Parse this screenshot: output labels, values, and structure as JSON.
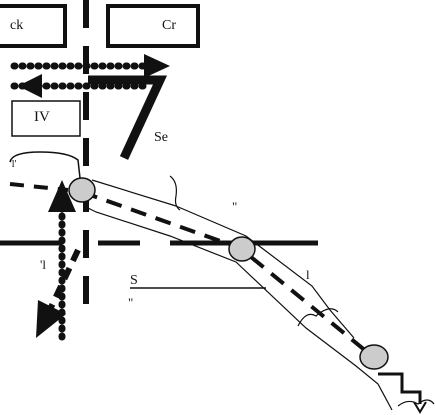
{
  "labels": {
    "box_top_left": "ck",
    "box_top_right": "Cr",
    "box_iv": "IV"
  },
  "fragments": {
    "sec": "Se",
    "mid_quote": "\"",
    "bottom_left_mark": "'l",
    "bottom_mid": "S",
    "bottom_quote": "\"",
    "small_left": "'l'",
    "right_mark": "l"
  },
  "colors": {
    "ink": "#111111",
    "node_fill": "#cccccc",
    "background": "#ffffff"
  },
  "icons": [
    "arrow-left-icon",
    "arrow-right-icon",
    "arrow-up-icon",
    "arrow-down-left-icon",
    "arrow-down-step-icon"
  ]
}
